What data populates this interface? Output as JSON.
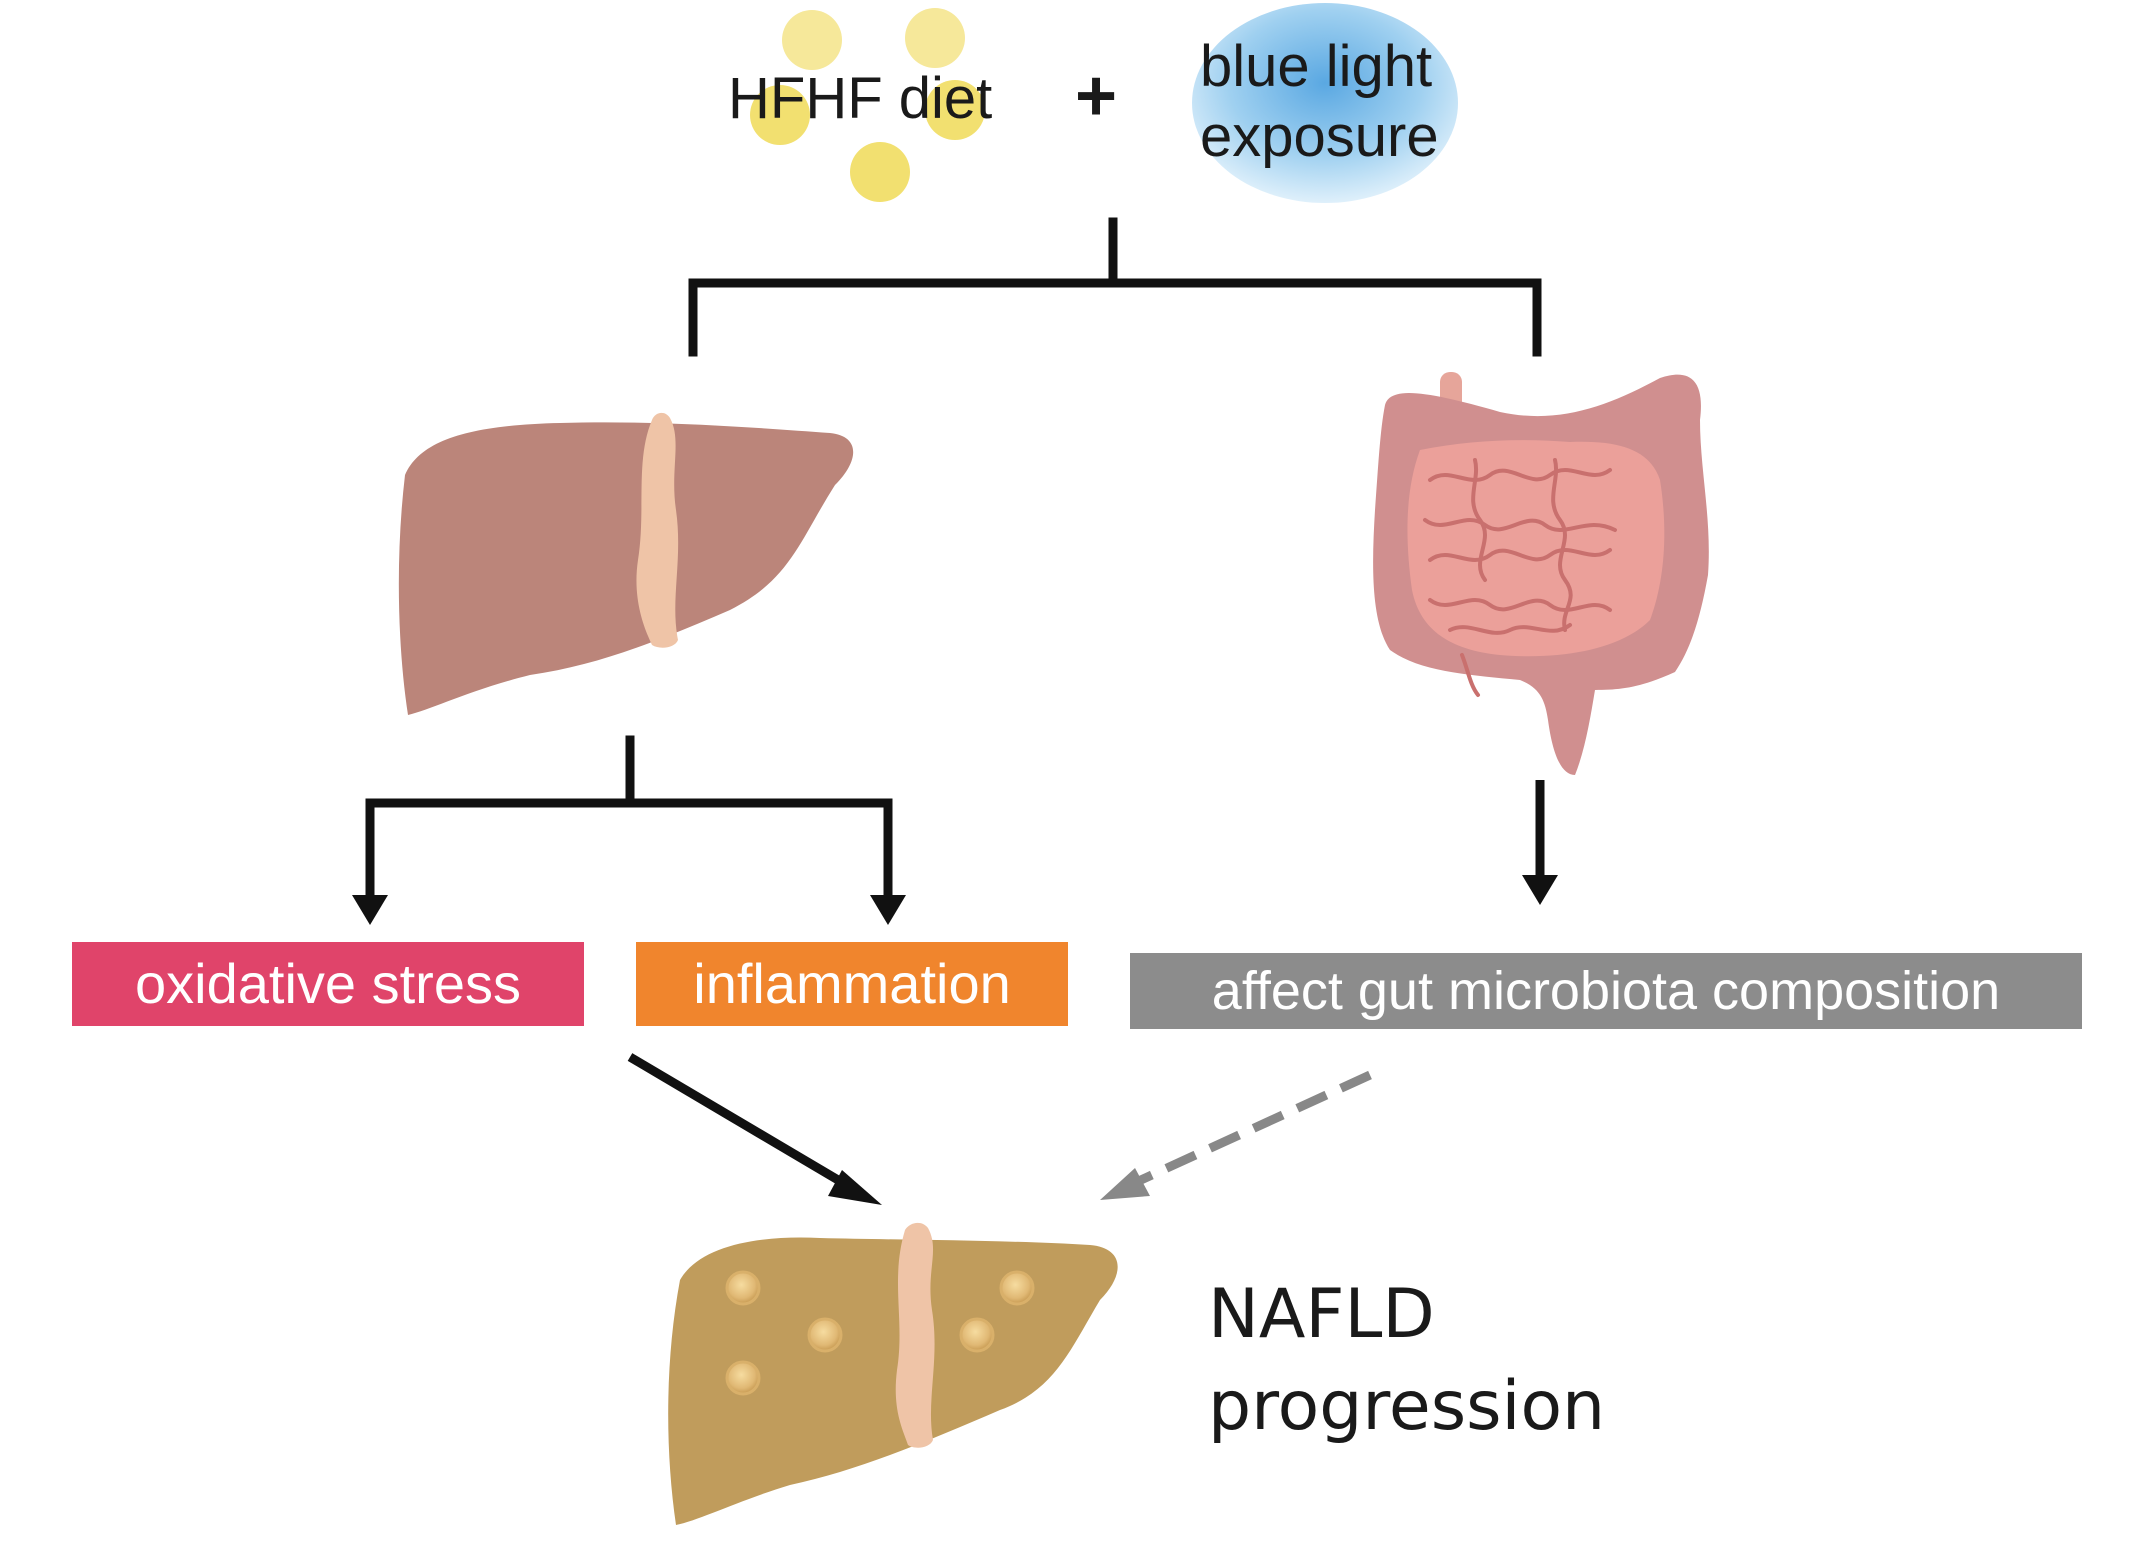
{
  "inputs": {
    "diet_label": "HFHF diet",
    "plus_sign": "+",
    "light_label_line1": "blue light",
    "light_label_line2": "exposure"
  },
  "effects": {
    "oxidative_stress": "oxidative stress",
    "inflammation": "inflammation",
    "gut_microbiota": "affect gut microbiota composition"
  },
  "outcome": {
    "line1": "NAFLD",
    "line2": "progression"
  },
  "colors": {
    "oxidative_stress_box": "#e0446a",
    "inflammation_box": "#f0852d",
    "gut_microbiota_box": "#8c8c8c",
    "healthy_liver": "#bb857a",
    "fatty_liver": "#c09c5c",
    "ligament": "#efc4a7",
    "intestine_outer": "#d08f8f",
    "intestine_inner": "#eba09a",
    "diet_dots": "#f5e27f",
    "light_blob": "#8fc6ea",
    "arrow_solid": "#111111",
    "arrow_dashed": "#888888"
  },
  "icons": [
    "diet-dots-icon",
    "blue-light-icon",
    "healthy-liver-icon",
    "intestine-icon",
    "fatty-liver-icon"
  ]
}
